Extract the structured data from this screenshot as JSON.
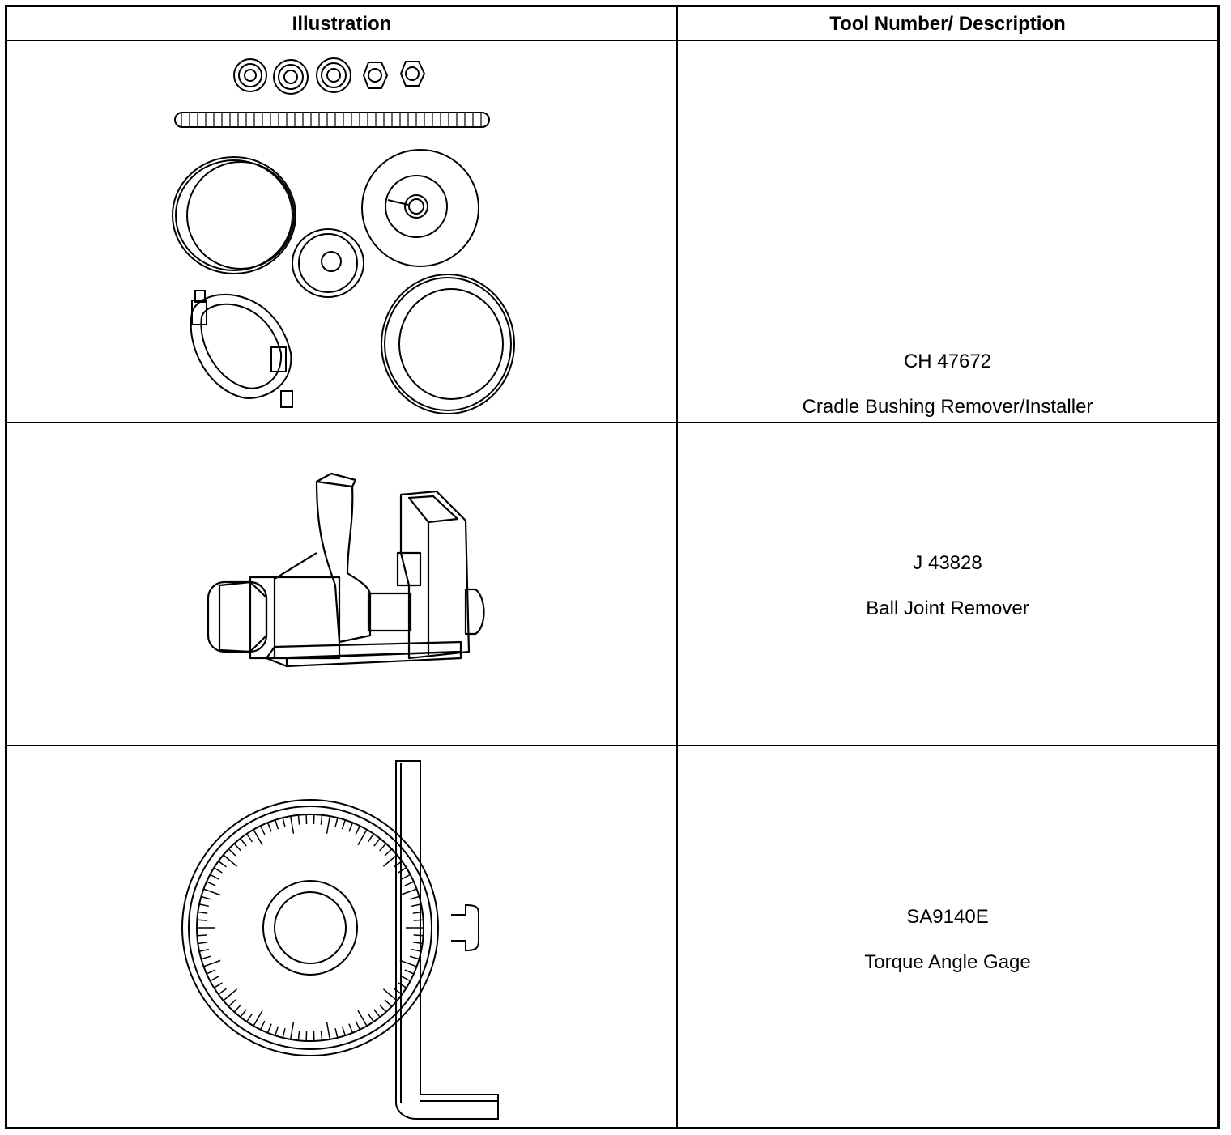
{
  "table": {
    "headers": {
      "illustration": "Illustration",
      "tool": "Tool Number/ Description"
    },
    "rows": [
      {
        "tool_number": "CH 47672",
        "description": "Cradle Bushing Remover/Installer",
        "icon": "bushing-tool-kit-icon"
      },
      {
        "tool_number": "J 43828",
        "description": "Ball Joint Remover",
        "icon": "ball-joint-remover-icon"
      },
      {
        "tool_number": "SA9140E",
        "description": "Torque Angle Gage",
        "icon": "torque-angle-gage-icon"
      }
    ]
  }
}
